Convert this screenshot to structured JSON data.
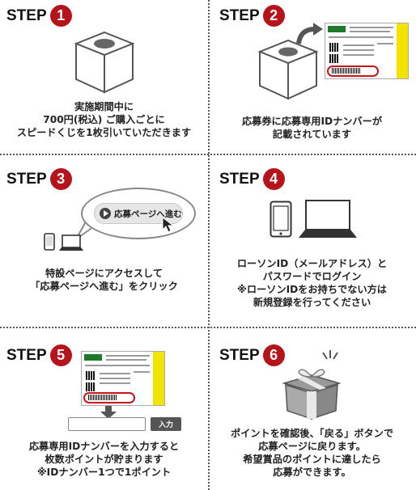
{
  "step_word": "STEP",
  "steps": [
    {
      "number": "1",
      "caption": [
        "実施期間中に",
        "700円(税込) ご購入ごとに",
        "スピードくじを1枚引いていただきます"
      ]
    },
    {
      "number": "2",
      "caption": [
        "応募券に応募専用IDナンバーが",
        "記載されています"
      ]
    },
    {
      "number": "3",
      "caption": [
        "特設ページにアクセスして",
        "「応募ページへ進む」をクリック"
      ],
      "button_label": "応募ページへ進む"
    },
    {
      "number": "4",
      "caption": [
        "ローソンID（メールアドレス）と",
        "パスワードでログイン",
        "※ローソンIDをお持ちでない方は",
        "新規登録を行ってください"
      ]
    },
    {
      "number": "5",
      "caption": [
        "応募専用IDナンバーを入力すると",
        "枚数ポイントが貯まります",
        "※IDナンバー1つで1ポイント"
      ],
      "input_button_label": "入力"
    },
    {
      "number": "6",
      "caption": [
        "ポイントを確認後、「戻る」ボタンで",
        "応募ページに戻ります。",
        "希望賞品のポイントに達したら",
        "応募ができます。"
      ]
    }
  ],
  "colors": {
    "accent": "#b5141b",
    "coupon_strip": "#f2e400",
    "coupon_tag": "#1d7a2a",
    "id_highlight": "#c8151d"
  }
}
